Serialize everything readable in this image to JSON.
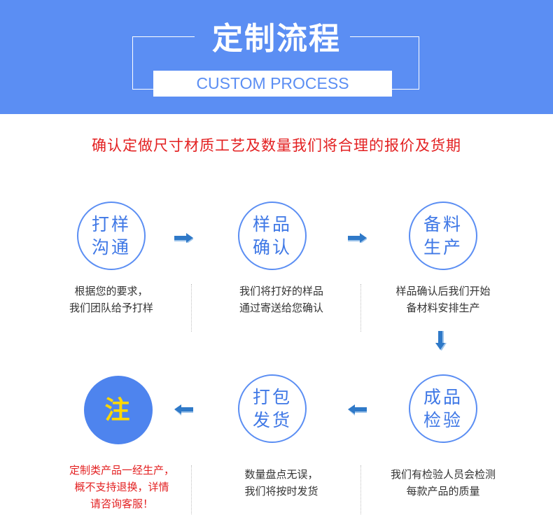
{
  "header": {
    "title": "定制流程",
    "subtitle": "CUSTOM PROCESS"
  },
  "headline": "确认定做尺寸材质工艺及数量我们将合理的报价及货期",
  "steps": [
    {
      "line1": "打样",
      "line2": "沟通",
      "desc1": "根据您的要求，",
      "desc2": "我们团队给予打样"
    },
    {
      "line1": "样品",
      "line2": "确认",
      "desc1": "我们将打好的样品",
      "desc2": "通过寄送给您确认"
    },
    {
      "line1": "备料",
      "line2": "生产",
      "desc1": "样品确认后我们开始",
      "desc2": "备材料安排生产"
    },
    {
      "line1": "成品",
      "line2": "检验",
      "desc1": "我们有检验人员会检测",
      "desc2": "每款产品的质量"
    },
    {
      "line1": "打包",
      "line2": "发货",
      "desc1": "数量盘点无误，",
      "desc2": "我们将按时发货"
    }
  ],
  "note": {
    "label": "注",
    "desc1": "定制类产品一经生产，",
    "desc2": "概不支持退换，详情",
    "desc3": "请咨询客服！"
  },
  "colors": {
    "brand_blue": "#5b8ef3",
    "arrow_blue": "#2f79c8",
    "alert_red": "#e32021",
    "note_yellow": "#ffd800"
  },
  "icons": [
    "arrow-right-icon",
    "arrow-down-icon",
    "arrow-left-icon"
  ]
}
